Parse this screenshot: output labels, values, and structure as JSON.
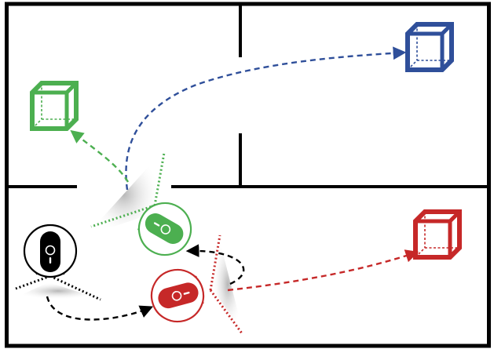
{
  "scene": {
    "colors": {
      "wall": "#000000",
      "green": "#4caf50",
      "red": "#c62828",
      "blue": "#2f4f9a",
      "black": "#000000"
    },
    "robots": [
      {
        "name": "green-robot",
        "color": "green",
        "state": "carrying-target",
        "icon": "robot-icon"
      },
      {
        "name": "red-robot",
        "color": "red",
        "state": "active",
        "icon": "robot-icon"
      },
      {
        "name": "black-robot",
        "color": "black",
        "state": "origin",
        "icon": "robot-icon"
      }
    ],
    "boxes": [
      {
        "name": "green-box",
        "color": "green",
        "icon": "cube-icon"
      },
      {
        "name": "blue-box",
        "color": "blue",
        "icon": "cube-icon"
      },
      {
        "name": "red-box",
        "color": "red",
        "icon": "cube-icon"
      }
    ],
    "paths": [
      {
        "from": "green-robot",
        "to": "green-box",
        "color": "green",
        "style": "dashed"
      },
      {
        "from": "green-robot",
        "to": "blue-box",
        "color": "blue",
        "style": "dashed"
      },
      {
        "from": "red-robot",
        "to": "red-box",
        "color": "red",
        "style": "dashed"
      },
      {
        "from": "black-robot",
        "to": "red-robot",
        "color": "black",
        "style": "dashed"
      },
      {
        "from": "red-robot",
        "to": "green-robot",
        "color": "black",
        "style": "dashed"
      }
    ]
  }
}
